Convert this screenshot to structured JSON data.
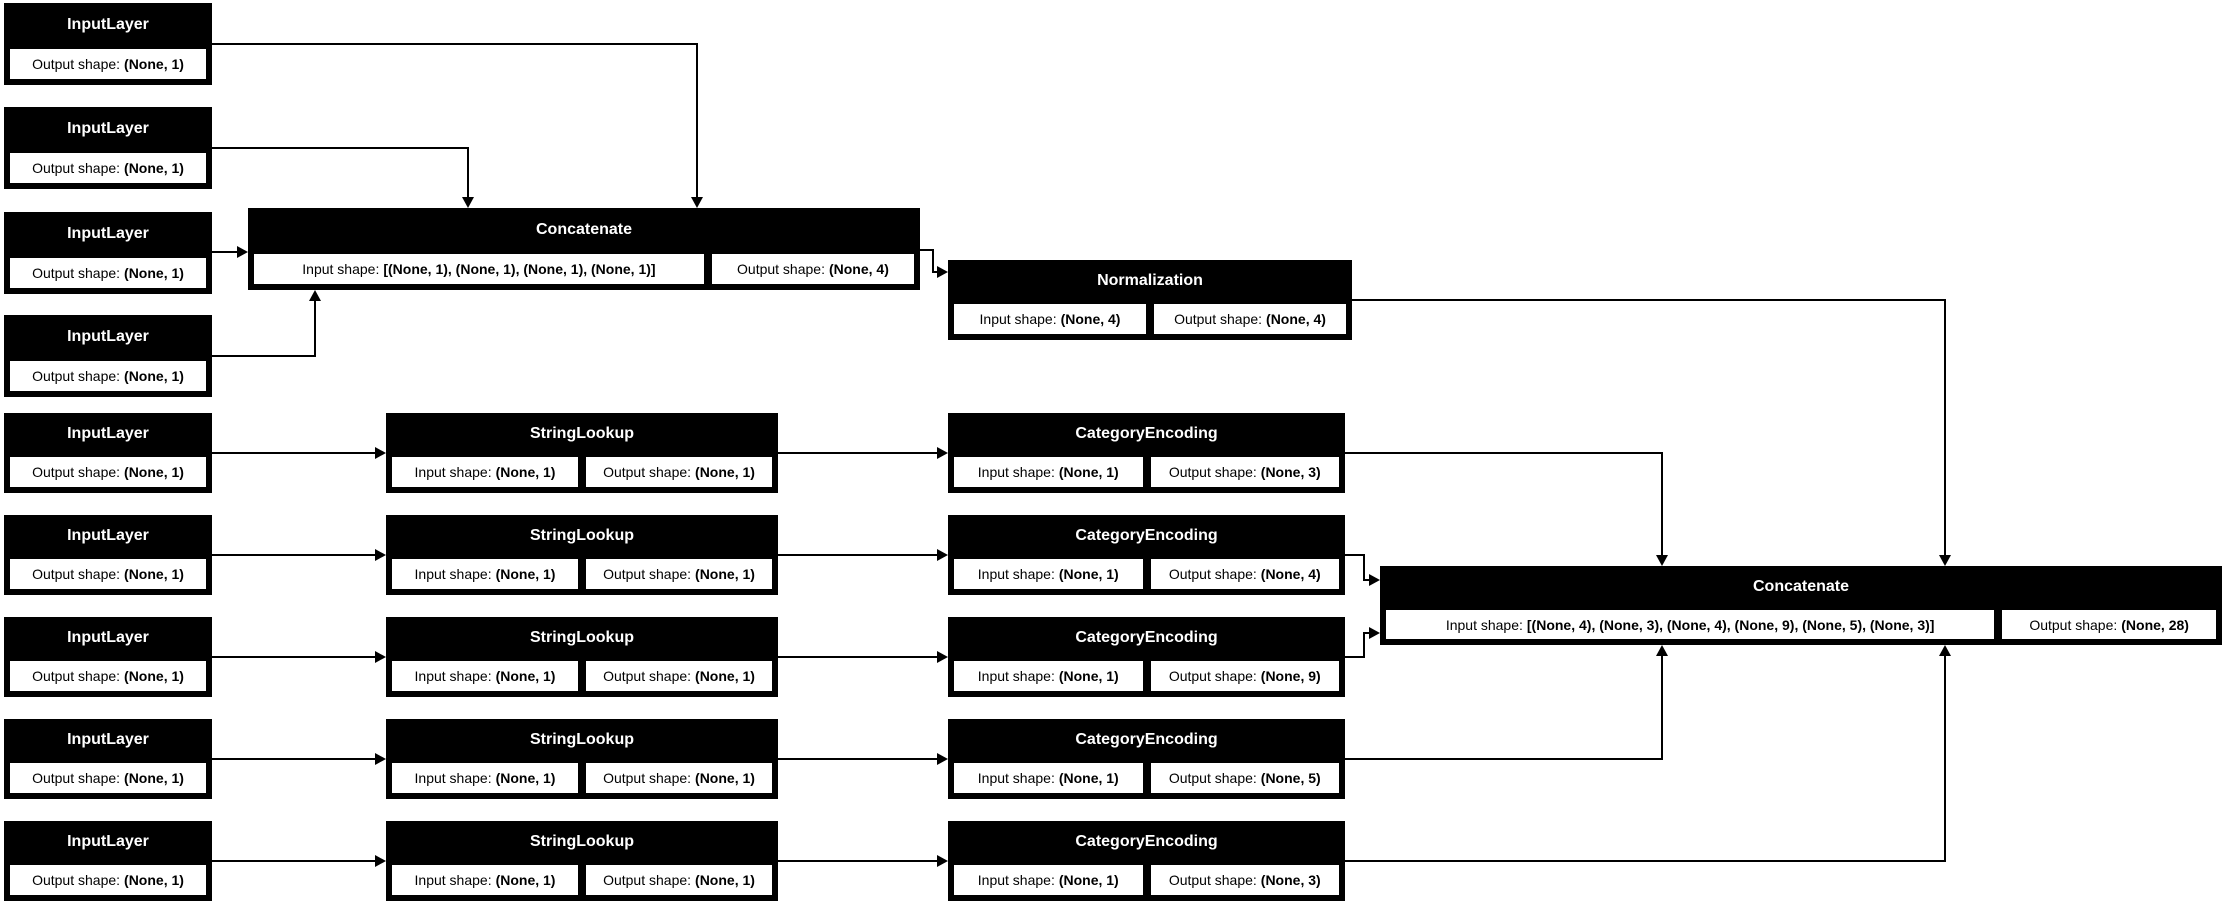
{
  "diagram": {
    "title": "Keras functional model plot",
    "colors": {
      "node_fill": "#000000",
      "node_text": "#ffffff",
      "cell_fill": "#ffffff",
      "cell_text": "#000000",
      "background": "#ffffff",
      "edge": "#000000"
    }
  },
  "nodes": [
    {
      "title": "InputLayer",
      "cells": [
        {
          "label": "Output shape:",
          "value": "(None, 1)"
        }
      ]
    },
    {
      "title": "InputLayer",
      "cells": [
        {
          "label": "Output shape:",
          "value": "(None, 1)"
        }
      ]
    },
    {
      "title": "InputLayer",
      "cells": [
        {
          "label": "Output shape:",
          "value": "(None, 1)"
        }
      ]
    },
    {
      "title": "InputLayer",
      "cells": [
        {
          "label": "Output shape:",
          "value": "(None, 1)"
        }
      ]
    },
    {
      "title": "Concatenate",
      "cells": [
        {
          "label": "Input shape:",
          "value": "[(None, 1), (None, 1), (None, 1), (None, 1)]"
        },
        {
          "label": "Output shape:",
          "value": "(None, 4)"
        }
      ]
    },
    {
      "title": "Normalization",
      "cells": [
        {
          "label": "Input shape:",
          "value": "(None, 4)"
        },
        {
          "label": "Output shape:",
          "value": "(None, 4)"
        }
      ]
    },
    {
      "title": "InputLayer",
      "cells": [
        {
          "label": "Output shape:",
          "value": "(None, 1)"
        }
      ]
    },
    {
      "title": "StringLookup",
      "cells": [
        {
          "label": "Input shape:",
          "value": "(None, 1)"
        },
        {
          "label": "Output shape:",
          "value": "(None, 1)"
        }
      ]
    },
    {
      "title": "CategoryEncoding",
      "cells": [
        {
          "label": "Input shape:",
          "value": "(None, 1)"
        },
        {
          "label": "Output shape:",
          "value": "(None, 3)"
        }
      ]
    },
    {
      "title": "InputLayer",
      "cells": [
        {
          "label": "Output shape:",
          "value": "(None, 1)"
        }
      ]
    },
    {
      "title": "StringLookup",
      "cells": [
        {
          "label": "Input shape:",
          "value": "(None, 1)"
        },
        {
          "label": "Output shape:",
          "value": "(None, 1)"
        }
      ]
    },
    {
      "title": "CategoryEncoding",
      "cells": [
        {
          "label": "Input shape:",
          "value": "(None, 1)"
        },
        {
          "label": "Output shape:",
          "value": "(None, 4)"
        }
      ]
    },
    {
      "title": "InputLayer",
      "cells": [
        {
          "label": "Output shape:",
          "value": "(None, 1)"
        }
      ]
    },
    {
      "title": "StringLookup",
      "cells": [
        {
          "label": "Input shape:",
          "value": "(None, 1)"
        },
        {
          "label": "Output shape:",
          "value": "(None, 1)"
        }
      ]
    },
    {
      "title": "CategoryEncoding",
      "cells": [
        {
          "label": "Input shape:",
          "value": "(None, 1)"
        },
        {
          "label": "Output shape:",
          "value": "(None, 9)"
        }
      ]
    },
    {
      "title": "InputLayer",
      "cells": [
        {
          "label": "Output shape:",
          "value": "(None, 1)"
        }
      ]
    },
    {
      "title": "StringLookup",
      "cells": [
        {
          "label": "Input shape:",
          "value": "(None, 1)"
        },
        {
          "label": "Output shape:",
          "value": "(None, 1)"
        }
      ]
    },
    {
      "title": "CategoryEncoding",
      "cells": [
        {
          "label": "Input shape:",
          "value": "(None, 1)"
        },
        {
          "label": "Output shape:",
          "value": "(None, 5)"
        }
      ]
    },
    {
      "title": "InputLayer",
      "cells": [
        {
          "label": "Output shape:",
          "value": "(None, 1)"
        }
      ]
    },
    {
      "title": "StringLookup",
      "cells": [
        {
          "label": "Input shape:",
          "value": "(None, 1)"
        },
        {
          "label": "Output shape:",
          "value": "(None, 1)"
        }
      ]
    },
    {
      "title": "CategoryEncoding",
      "cells": [
        {
          "label": "Input shape:",
          "value": "(None, 1)"
        },
        {
          "label": "Output shape:",
          "value": "(None, 3)"
        }
      ]
    },
    {
      "title": "Concatenate",
      "cells": [
        {
          "label": "Input shape:",
          "value": "[(None, 4), (None, 3), (None, 4), (None, 9), (None, 5), (None, 3)]"
        },
        {
          "label": "Output shape:",
          "value": "(None, 28)"
        }
      ]
    }
  ]
}
